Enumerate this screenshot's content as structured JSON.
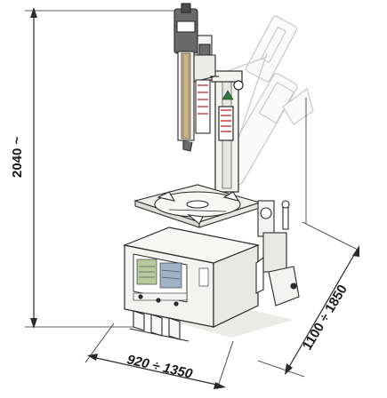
{
  "diagram": {
    "subject": "tyre changer machine with tilting post",
    "dimensions": {
      "height": "2040 ~",
      "width": "920 ÷ 1350",
      "depth": "1100 ÷ 1850"
    },
    "colors": {
      "line": "#2a2a2a",
      "ghost_line": "#c9c9c9",
      "body_fill": "#f3f3f1",
      "shadow": "#d8d8d4",
      "panel_green": "#b8c9a0",
      "panel_blue": "#9fb3c8",
      "accent_red": "#c04040",
      "cylinder_dark": "#6a6a6a"
    }
  }
}
